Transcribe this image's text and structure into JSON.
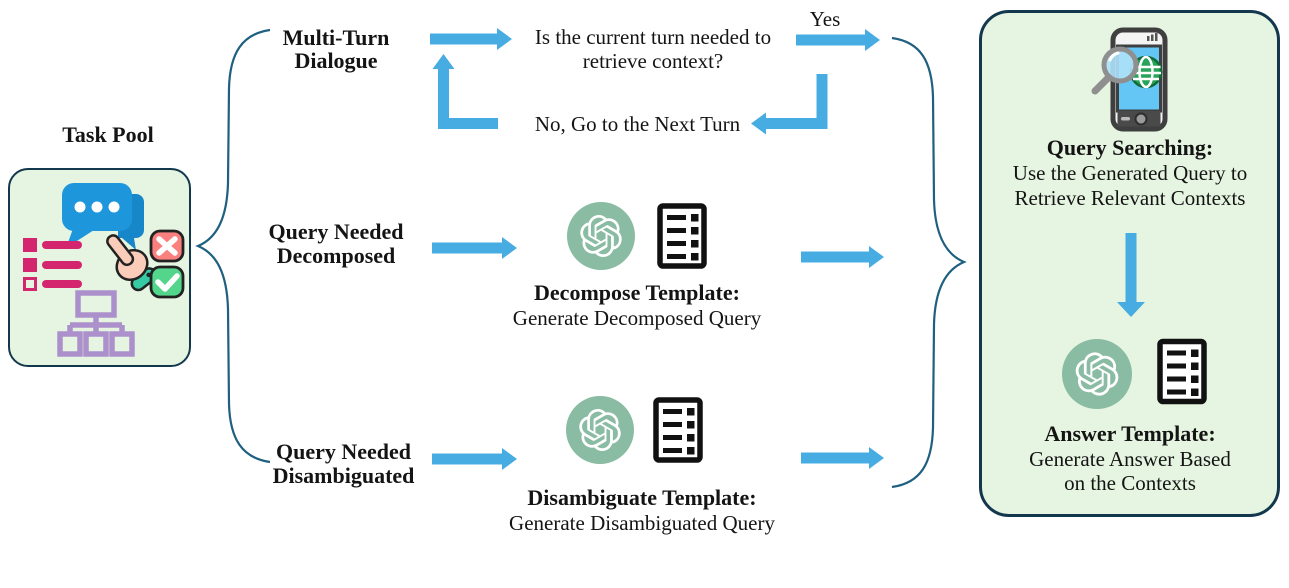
{
  "labels": {
    "task_pool_title": "Task Pool",
    "multi_turn": {
      "line1": "Multi-Turn",
      "line2": "Dialogue"
    },
    "question": {
      "line1": "Is the current turn needed to",
      "line2": "retrieve context?"
    },
    "yes": "Yes",
    "no": "No, Go to the Next Turn",
    "decomposed": {
      "line1": "Query Needed",
      "line2": "Decomposed"
    },
    "decompose_template": {
      "title": "Decompose Template:",
      "subtitle": "Generate Decomposed Query"
    },
    "disambiguated": {
      "line1": "Query Needed",
      "line2": "Disambiguated"
    },
    "disambiguate_template": {
      "title": "Disambiguate Template:",
      "subtitle": "Generate Disambiguated Query"
    },
    "query_searching": {
      "title": "Query Searching:",
      "line1": "Use the Generated Query to",
      "line2": "Retrieve Relevant Contexts"
    },
    "answer_template": {
      "title": "Answer Template:",
      "line1": "Generate Answer Based",
      "line2": "on the Contexts"
    }
  },
  "icons": {
    "gpt": "gpt-icon",
    "template_doc": "template-doc-icon",
    "phone_search": "phone-search-icon",
    "chat": "chat-icon",
    "checklist": "checklist-icon",
    "hand_approve": "hand-approve-icon",
    "org_chart": "org-chart-icon"
  },
  "colors": {
    "arrow": "#47ACE1",
    "brace": "#1F5F80",
    "panelFill": "#E6F5E1",
    "panelBorder": "#13384E",
    "gpt": "#8ABBA3",
    "text": "#141414"
  }
}
